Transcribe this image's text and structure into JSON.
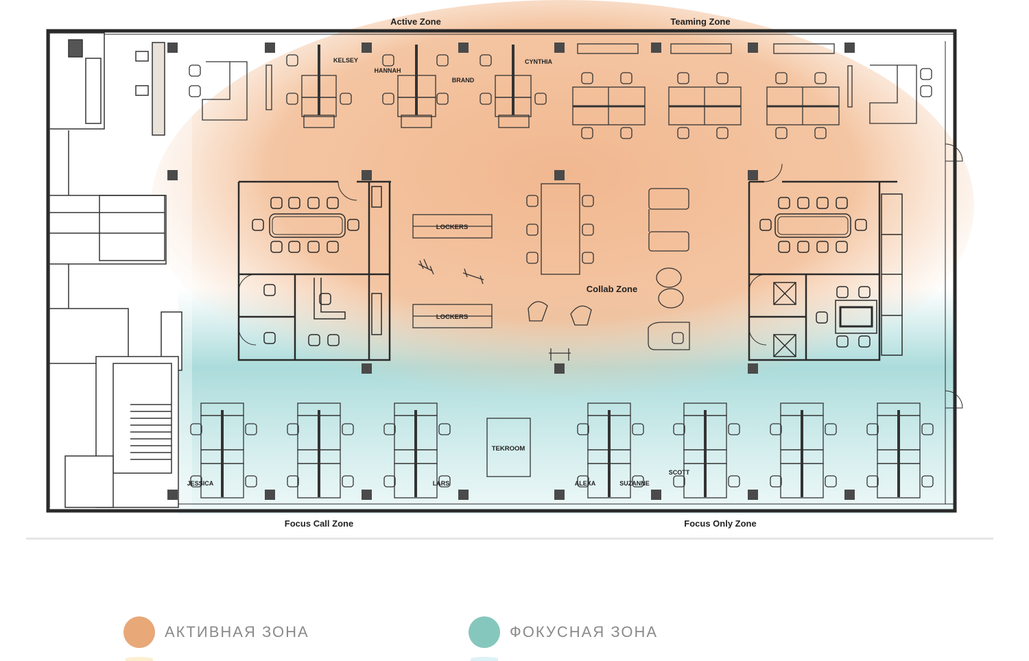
{
  "zones": {
    "top_left": "Active Zone",
    "top_right": "Teaming Zone",
    "collab": "Collab Zone",
    "bottom_left": "Focus Call Zone",
    "bottom_right": "Focus Only Zone"
  },
  "rooms": {
    "lockers_1": "LOCKERS",
    "lockers_2": "LOCKERS",
    "tekroom": "TEKROOM"
  },
  "names": {
    "kelsey": "KELSEY",
    "hannah": "HANNAH",
    "brand": "BRAND",
    "cynthia": "CYNTHIA",
    "jessica": "JESSICA",
    "lars": "LARS",
    "alexa": "ALEXA",
    "suzanne": "SUZANNE",
    "scott": "SCOTT"
  },
  "legend": [
    {
      "label": "АКТИВНАЯ ЗОНА",
      "color": "#e8a878"
    },
    {
      "label": "ФОКУСНАЯ ЗОНА",
      "color": "#86c7bd"
    }
  ],
  "colors": {
    "active": "#f0b48a",
    "focus": "#8fd0cf",
    "wall": "#2a2a2a"
  }
}
